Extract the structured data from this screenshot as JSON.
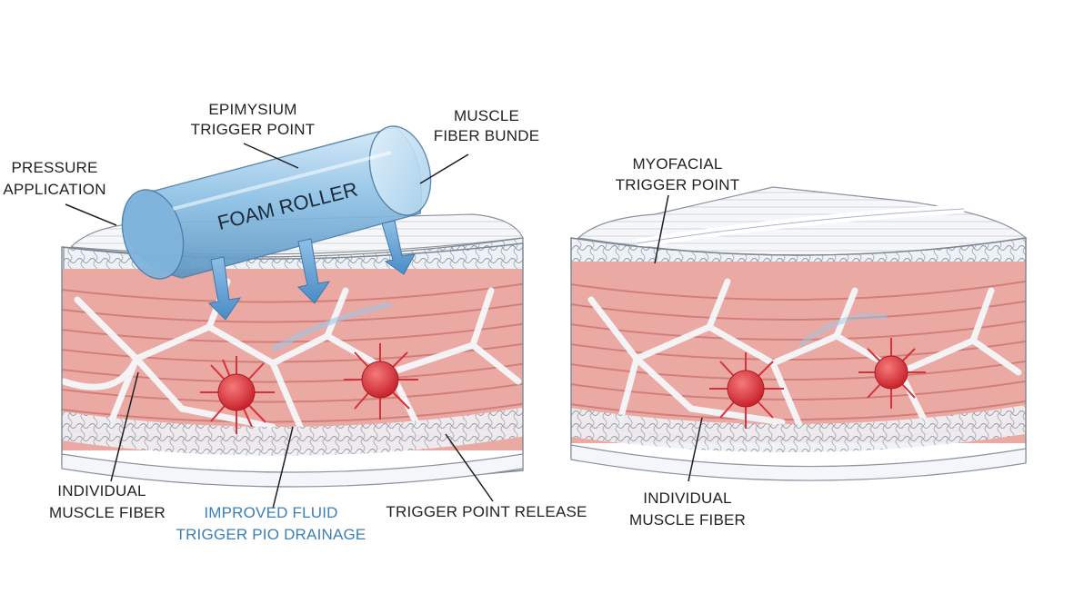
{
  "labels": {
    "epimysium": [
      "EPIMYSIUM",
      "TRIGGER POINT"
    ],
    "muscle_bundle": [
      "MUSCLE",
      "FIBER BUNDE"
    ],
    "pressure": [
      "PRESSURE",
      "APPLICATION"
    ],
    "foam_roller": "FOAM ROLLER",
    "individual_left": [
      "INDIVIDUAL",
      "MUSCLE FIBER"
    ],
    "improved_fluid": [
      "IMPROVED FLUID",
      "TRIGGER PIO DRAINAGE"
    ],
    "trigger_release": "TRIGGER POINT RELEASE",
    "myofacial": [
      "MYOFACIAL",
      "TRIGGER POINT"
    ],
    "individual_right": [
      "INDIVIDUAL",
      "MUSCLE FIBER"
    ]
  },
  "colors": {
    "muscle": "#eba9a3",
    "muscle_dark": "#c9726c",
    "fascia": "#f4f6f9",
    "roller": "#8fc2e6",
    "arrow": "#5b9bd0",
    "trigger": "#d6323a",
    "fluid_label": "#3a7fb6"
  }
}
